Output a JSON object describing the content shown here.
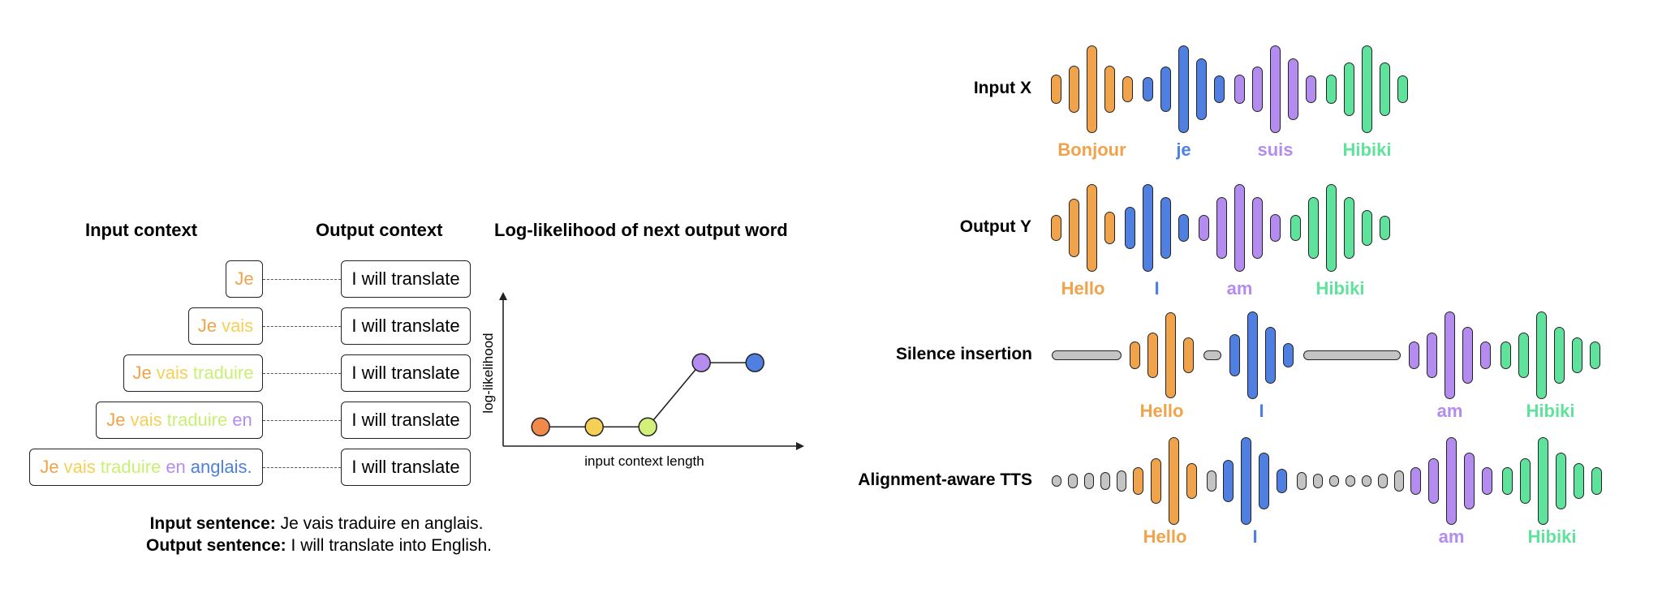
{
  "colors": {
    "je": "#f0a34b",
    "vais": "#f6d056",
    "traduire": "#c9f073",
    "en": "#b48cf0",
    "anglais": "#4f7fe0",
    "pt1": "#f0894b",
    "pt2": "#f6d056",
    "pt3": "#d3f07a",
    "pt4": "#b48cf0",
    "pt5": "#4f7fe0",
    "orange": "#f0a34b",
    "blue": "#4f7fe0",
    "purple": "#b48cf0",
    "green": "#5fe39c",
    "gray": "#c4c4c4"
  },
  "left": {
    "input_context_title": "Input context",
    "output_context_title": "Output context",
    "rows": [
      {
        "words": [
          "Je"
        ],
        "output": "I will translate"
      },
      {
        "words": [
          "Je",
          "vais"
        ],
        "output": "I will translate"
      },
      {
        "words": [
          "Je",
          "vais",
          "traduire"
        ],
        "output": "I will translate"
      },
      {
        "words": [
          "Je",
          "vais",
          "traduire",
          "en"
        ],
        "output": "I will translate"
      },
      {
        "words": [
          "Je",
          "vais",
          "traduire",
          "en",
          "anglais."
        ],
        "output": "I will translate"
      }
    ],
    "input_sentence_label": "Input sentence:",
    "input_sentence": "Je vais traduire en anglais.",
    "output_sentence_label": "Output sentence:",
    "output_sentence": "I will translate into English."
  },
  "chart": {
    "title": "Log-likelihood of next output word",
    "ylabel": "log-likelihood",
    "xlabel": "input context length"
  },
  "chart_data": {
    "type": "line",
    "title": "Log-likelihood of next output word",
    "xlabel": "input context length",
    "ylabel": "log-likelihood",
    "x": [
      1,
      2,
      3,
      4,
      5
    ],
    "y": [
      0,
      0,
      0,
      1,
      1
    ],
    "xlim": [
      0.3,
      5.8
    ],
    "ylim": [
      -0.3,
      2.0
    ],
    "grid": false,
    "point_colors": [
      "#f0894b",
      "#f6d056",
      "#d3f07a",
      "#b48cf0",
      "#4f7fe0"
    ]
  },
  "right": {
    "rows": [
      {
        "label": "Input X",
        "words": [
          {
            "text": "Bonjour",
            "color": "orange"
          },
          {
            "text": "je",
            "color": "blue"
          },
          {
            "text": "suis",
            "color": "purple"
          },
          {
            "text": "Hibiki",
            "color": "green"
          }
        ]
      },
      {
        "label": "Output Y",
        "words": [
          {
            "text": "Hello",
            "color": "orange"
          },
          {
            "text": "I",
            "color": "blue"
          },
          {
            "text": "am",
            "color": "purple"
          },
          {
            "text": "Hibiki",
            "color": "green"
          }
        ]
      },
      {
        "label": "Silence insertion",
        "words": [
          {
            "text": "Hello",
            "color": "orange"
          },
          {
            "text": "I",
            "color": "blue"
          },
          {
            "text": "am",
            "color": "purple"
          },
          {
            "text": "Hibiki",
            "color": "green"
          }
        ]
      },
      {
        "label": "Alignment-aware TTS",
        "words": [
          {
            "text": "Hello",
            "color": "orange"
          },
          {
            "text": "I",
            "color": "blue"
          },
          {
            "text": "am",
            "color": "purple"
          },
          {
            "text": "Hibiki",
            "color": "green"
          }
        ]
      }
    ]
  }
}
